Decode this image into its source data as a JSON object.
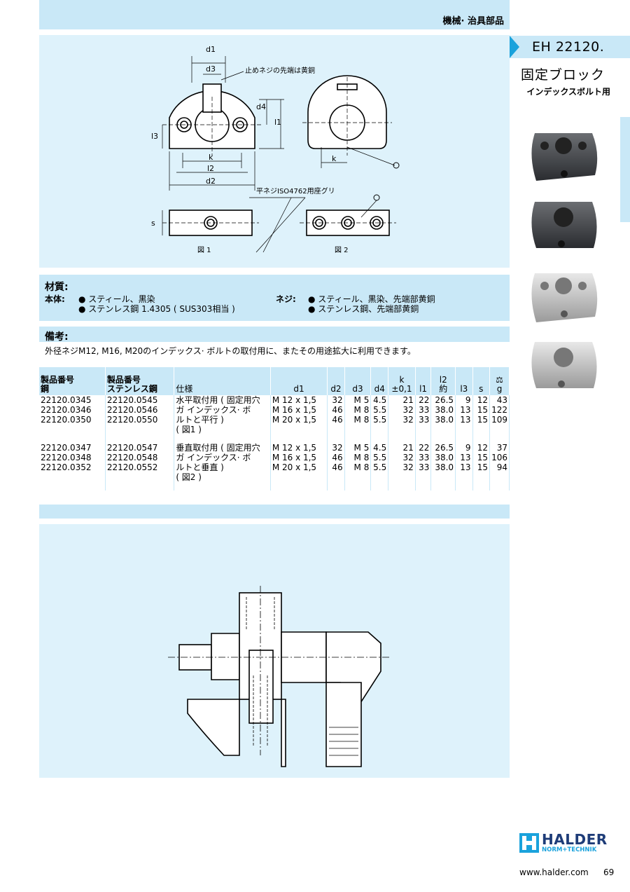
{
  "header": {
    "category": "機械· 治具部品"
  },
  "product": {
    "code": "EH 22120.",
    "title": "固定ブロック",
    "subtitle": "インデックスボルト用"
  },
  "drawing": {
    "label_d1": "d1",
    "label_d3": "d3",
    "label_d4": "d4",
    "label_l1": "l1",
    "label_l3": "l3",
    "label_k": "k",
    "label_l2": "l2",
    "label_d2": "d2",
    "label_s": "s",
    "note_tip": "止めネジの先端は黄銅",
    "note_counterbore": "平ネジISO4762用座グリ",
    "fig1": "図 1",
    "fig2": "図 2"
  },
  "material": {
    "heading": "材質:",
    "body_label": "本体:",
    "body_items": [
      "● スティール、黒染",
      "● ステンレス鋼 1.4305 ( SUS303相当 )"
    ],
    "screw_label": "ネジ:",
    "screw_items": [
      "● スティール、黒染、先端部黄銅",
      "● ステンレス鋼、先端部黄銅"
    ]
  },
  "remarks": {
    "heading": "備考:",
    "text": "外径ネジM12, M16, M20のインデックス· ボルトの取付用に、またその用途拡大に利用できます。"
  },
  "table": {
    "headers": {
      "steel": [
        "製品番号",
        "鋼"
      ],
      "stainless": [
        "製品番号",
        "ステンレス鋼"
      ],
      "spec": "仕様",
      "d1": "d1",
      "d2": "d2",
      "d3": "d3",
      "d4": "d4",
      "k": [
        "k",
        "±0,1"
      ],
      "l1": "l1",
      "l2": [
        "l2",
        "約"
      ],
      "l3": "l3",
      "s": "s",
      "g": "g"
    },
    "groups": [
      {
        "spec": [
          "水平取付用 ( 固定用穴",
          "ガ インデックス· ボ",
          "ルトと平行 )",
          "( 図1 )"
        ],
        "rows": [
          {
            "steel": "22120.0345",
            "stainless": "22120.0545",
            "d1": "M  12 x 1,5",
            "d2": "32",
            "d3": "M   5",
            "d4": "4.5",
            "k": "21",
            "l1": "22",
            "l2": "26.5",
            "l3": "9",
            "s": "12",
            "g": "43"
          },
          {
            "steel": "22120.0346",
            "stainless": "22120.0546",
            "d1": "M  16 x 1,5",
            "d2": "46",
            "d3": "M   8",
            "d4": "5.5",
            "k": "32",
            "l1": "33",
            "l2": "38.0",
            "l3": "13",
            "s": "15",
            "g": "122"
          },
          {
            "steel": "22120.0350",
            "stainless": "22120.0550",
            "d1": "M  20 x 1,5",
            "d2": "46",
            "d3": "M   8",
            "d4": "5.5",
            "k": "32",
            "l1": "33",
            "l2": "38.0",
            "l3": "13",
            "s": "15",
            "g": "109"
          }
        ]
      },
      {
        "spec": [
          "垂直取付用 ( 固定用穴",
          "ガ インデックス· ボ",
          "ルトと垂直 )",
          "( 図2 )"
        ],
        "rows": [
          {
            "steel": "22120.0347",
            "stainless": "22120.0547",
            "d1": "M  12 x 1,5",
            "d2": "32",
            "d3": "M   5",
            "d4": "4.5",
            "k": "21",
            "l1": "22",
            "l2": "26.5",
            "l3": "9",
            "s": "12",
            "g": "37"
          },
          {
            "steel": "22120.0348",
            "stainless": "22120.0548",
            "d1": "M  16 x 1,5",
            "d2": "46",
            "d3": "M   8",
            "d4": "5.5",
            "k": "32",
            "l1": "33",
            "l2": "38.0",
            "l3": "13",
            "s": "15",
            "g": "106"
          },
          {
            "steel": "22120.0352",
            "stainless": "22120.0552",
            "d1": "M  20 x 1,5",
            "d2": "46",
            "d3": "M   8",
            "d4": "5.5",
            "k": "32",
            "l1": "33",
            "l2": "38.0",
            "l3": "13",
            "s": "15",
            "g": "94"
          }
        ]
      }
    ]
  },
  "footer": {
    "brand": "HALDER",
    "brand_sub": "NORM+TECHNIK",
    "url": "www.halder.com",
    "page": "69"
  },
  "colors": {
    "band": "#c9e8f7",
    "light": "#def2fb",
    "accent": "#1aa2dc",
    "brand": "#1e3c78"
  }
}
